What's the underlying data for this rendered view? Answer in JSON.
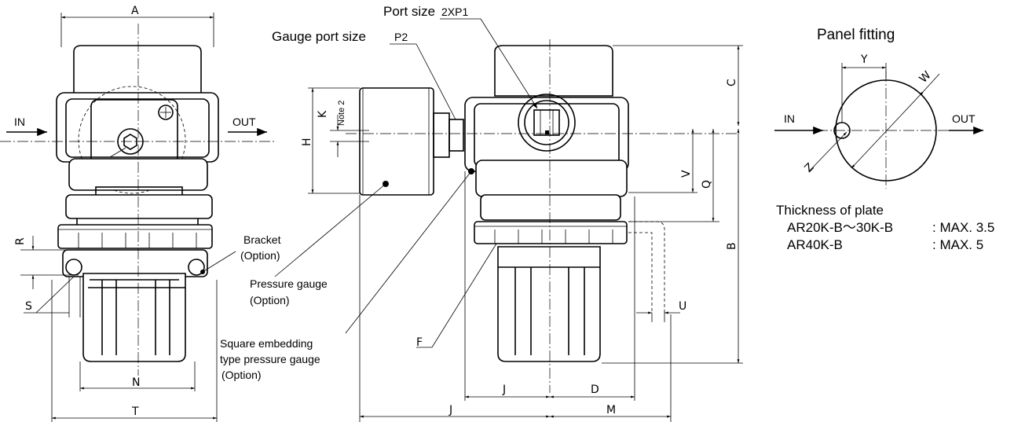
{
  "labels": {
    "port_size": "Port size",
    "port_size_value": "2XP1",
    "gauge_port_size": "Gauge port size",
    "gauge_port_value": "P2",
    "in": "IN",
    "out": "OUT",
    "note2": "Note 2",
    "bracket": [
      "Bracket",
      "(Option)"
    ],
    "pressure_gauge": [
      "Pressure gauge",
      "(Option)"
    ],
    "square_gauge": [
      "Square embedding",
      "type pressure gauge",
      "(Option)"
    ]
  },
  "dimensions": {
    "A": "A",
    "B": "B",
    "C": "C",
    "D": "D",
    "F": "F",
    "H": "H",
    "J": "J",
    "K": "K",
    "M": "M",
    "N": "N",
    "Q": "Q",
    "R": "R",
    "S": "S",
    "T": "T",
    "U": "U",
    "V": "V",
    "W": "W",
    "Y": "Y",
    "Z": "Z"
  },
  "panel": {
    "title": "Panel fitting",
    "thickness_title": "Thickness of plate",
    "rows": [
      {
        "model": "AR20K-B〜30K-B",
        "value": ": MAX. 3.5"
      },
      {
        "model": "AR40K-B",
        "value": ": MAX. 5"
      }
    ]
  }
}
